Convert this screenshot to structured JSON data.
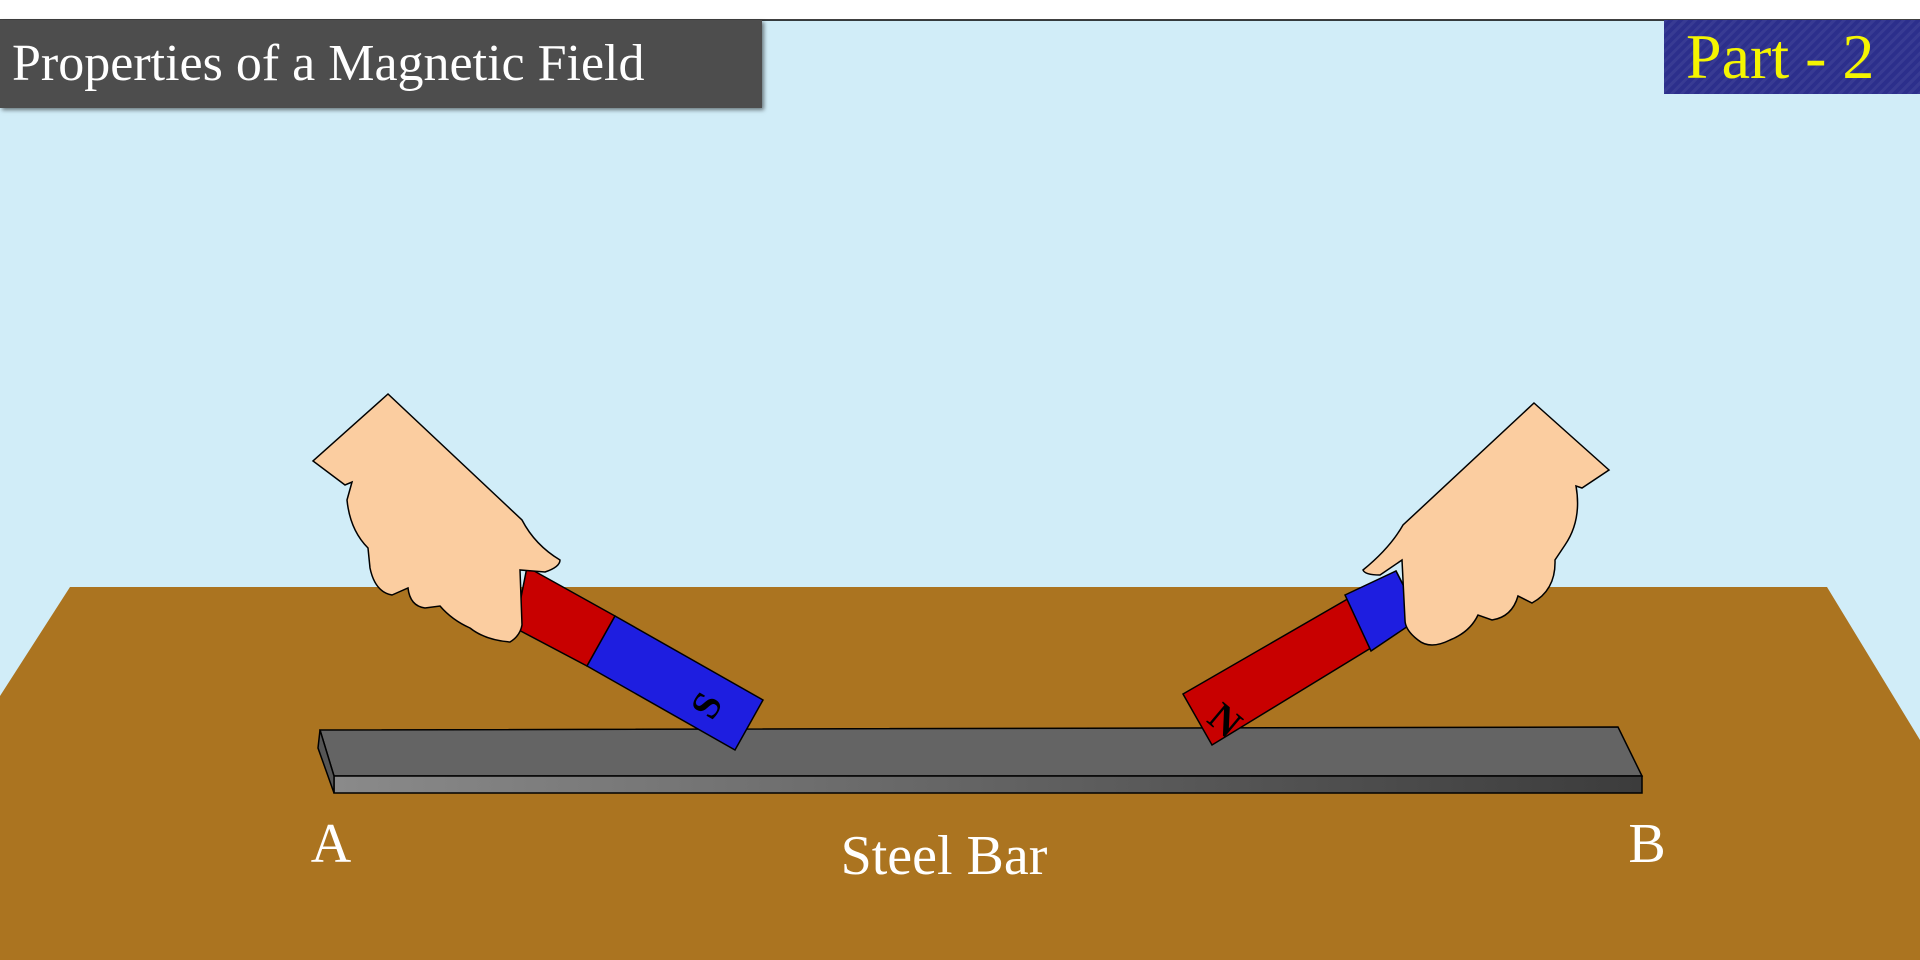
{
  "header": {
    "title": "Properties of a Magnetic Field",
    "part": "Part - 2"
  },
  "labels": {
    "end_a": "A",
    "end_b": "B",
    "bar": "Steel Bar"
  },
  "magnets": {
    "left_pole": "S",
    "right_pole": "N"
  },
  "colors": {
    "sky": "#d1edf8",
    "table": "#ab7420",
    "steel": "#646464",
    "north": "#c80000",
    "south": "#1e1ee0",
    "skin": "#fbcda0"
  }
}
